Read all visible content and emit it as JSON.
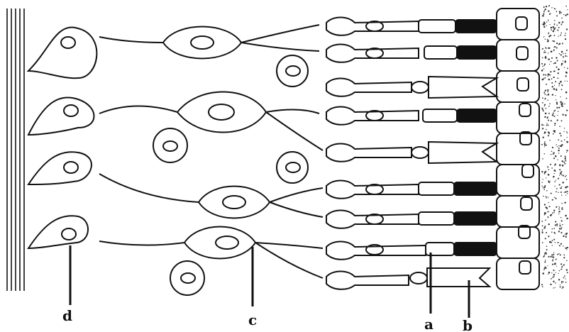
{
  "diagram": {
    "labels": {
      "a": "a",
      "b": "b",
      "c": "c",
      "d": "d"
    }
  }
}
